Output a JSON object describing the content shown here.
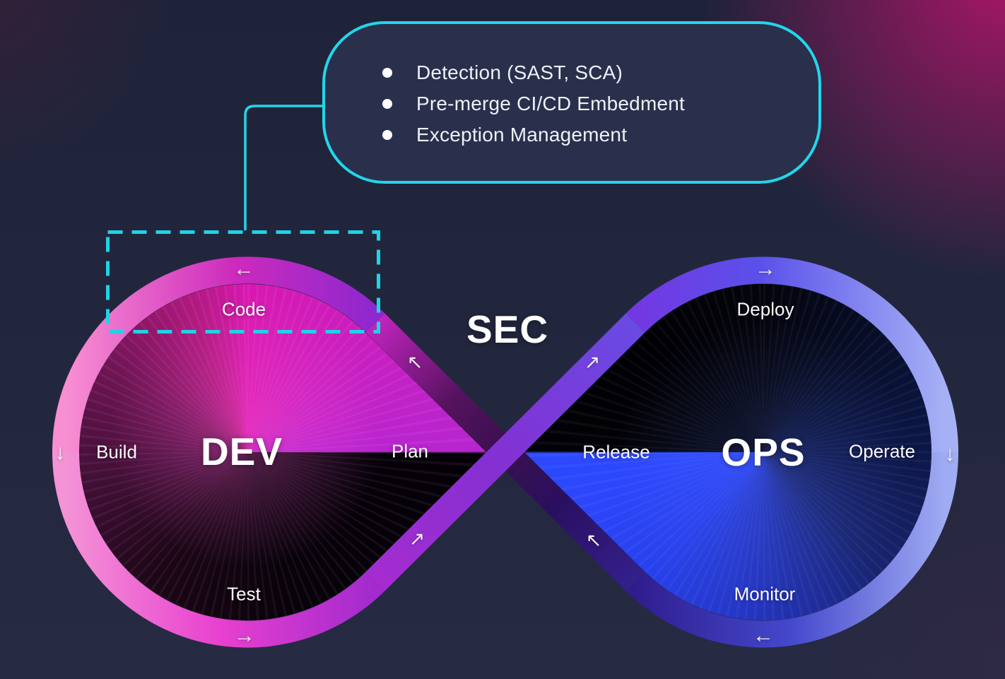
{
  "title": "DevSecOps infinity loop diagram",
  "colors": {
    "background": "#232740",
    "accent_cyan": "#22d6e9",
    "dev_pink": "#e91bb5",
    "dev_ring_light": "#f88fd2",
    "ops_blue": "#2d49ff",
    "ops_ring_light": "#a6b1f5",
    "band_purple": "#8c30d0",
    "text": "#ffffff"
  },
  "sections": {
    "dev": "DEV",
    "sec": "SEC",
    "ops": "OPS"
  },
  "stages": [
    {
      "label": "Code",
      "loop": "dev",
      "highlighted": true
    },
    {
      "label": "Build",
      "loop": "dev",
      "highlighted": false
    },
    {
      "label": "Plan",
      "loop": "dev",
      "highlighted": false
    },
    {
      "label": "Test",
      "loop": "dev",
      "highlighted": false
    },
    {
      "label": "Deploy",
      "loop": "ops",
      "highlighted": false
    },
    {
      "label": "Release",
      "loop": "ops",
      "highlighted": false
    },
    {
      "label": "Operate",
      "loop": "ops",
      "highlighted": false
    },
    {
      "label": "Monitor",
      "loop": "ops",
      "highlighted": false
    }
  ],
  "callout": {
    "attached_to": "Code",
    "bullets": [
      "Detection (SAST, SCA)",
      "Pre-merge CI/CD Embedment",
      "Exception Management"
    ]
  },
  "flow_arrows": {
    "dev_top": "←",
    "dev_left": "↓",
    "dev_bottom": "→",
    "ops_top": "→",
    "ops_right": "↓",
    "ops_bottom": "←",
    "sec_up_left": "↖",
    "sec_up_right": "↗",
    "sec_low_left": "↗",
    "sec_low_right": "↖"
  }
}
